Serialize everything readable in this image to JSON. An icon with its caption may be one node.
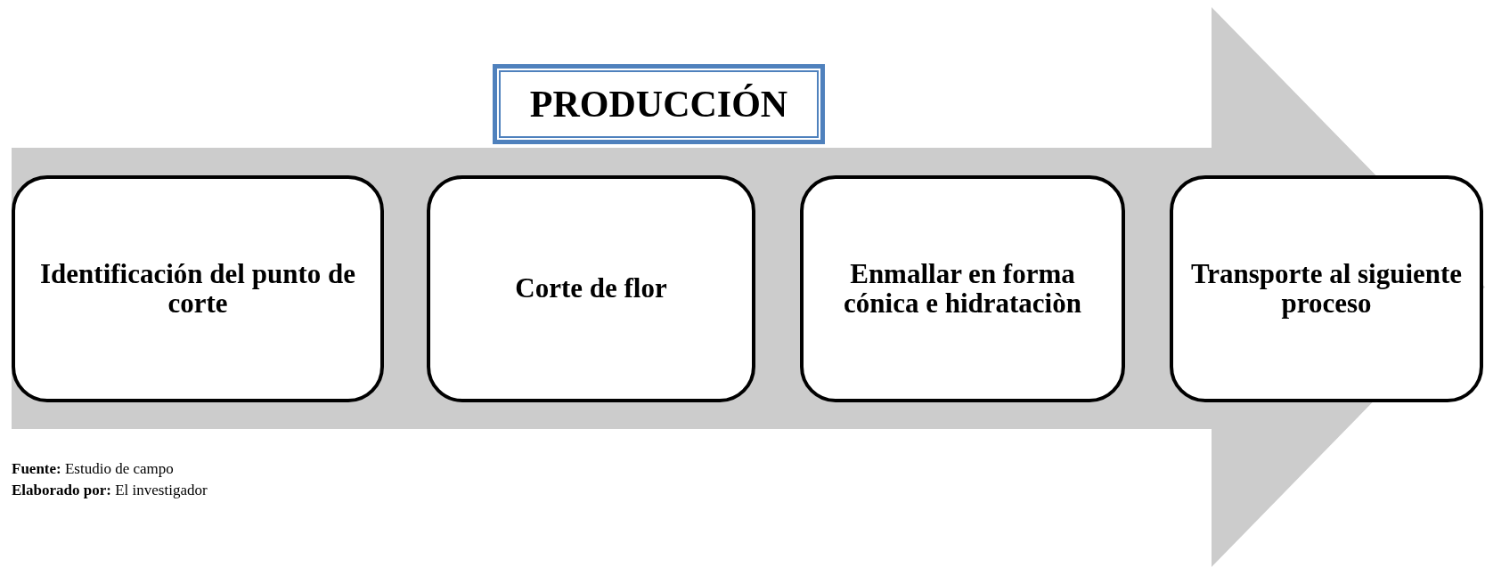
{
  "diagram": {
    "nodes": [
      {
        "text": [],
        "shape": "arrow"
      },
      {
        "text": [
          "PRODUCCIÓN"
        ]
      },
      {
        "text": [
          "Identificación del punto de corte"
        ],
        "in": 0
      },
      {
        "text": [
          "Corte de flor"
        ],
        "in": 0
      },
      {
        "text": [
          "Enmallar en forma cónica e hidrataciòn"
        ],
        "in": 0
      },
      {
        "text": [
          "Transporte al siguiente proceso"
        ],
        "in": 0
      }
    ],
    "labels": [
      "**Fuente:** Estudio de campo",
      "**Elaborado por:** El investigador"
    ]
  }
}
